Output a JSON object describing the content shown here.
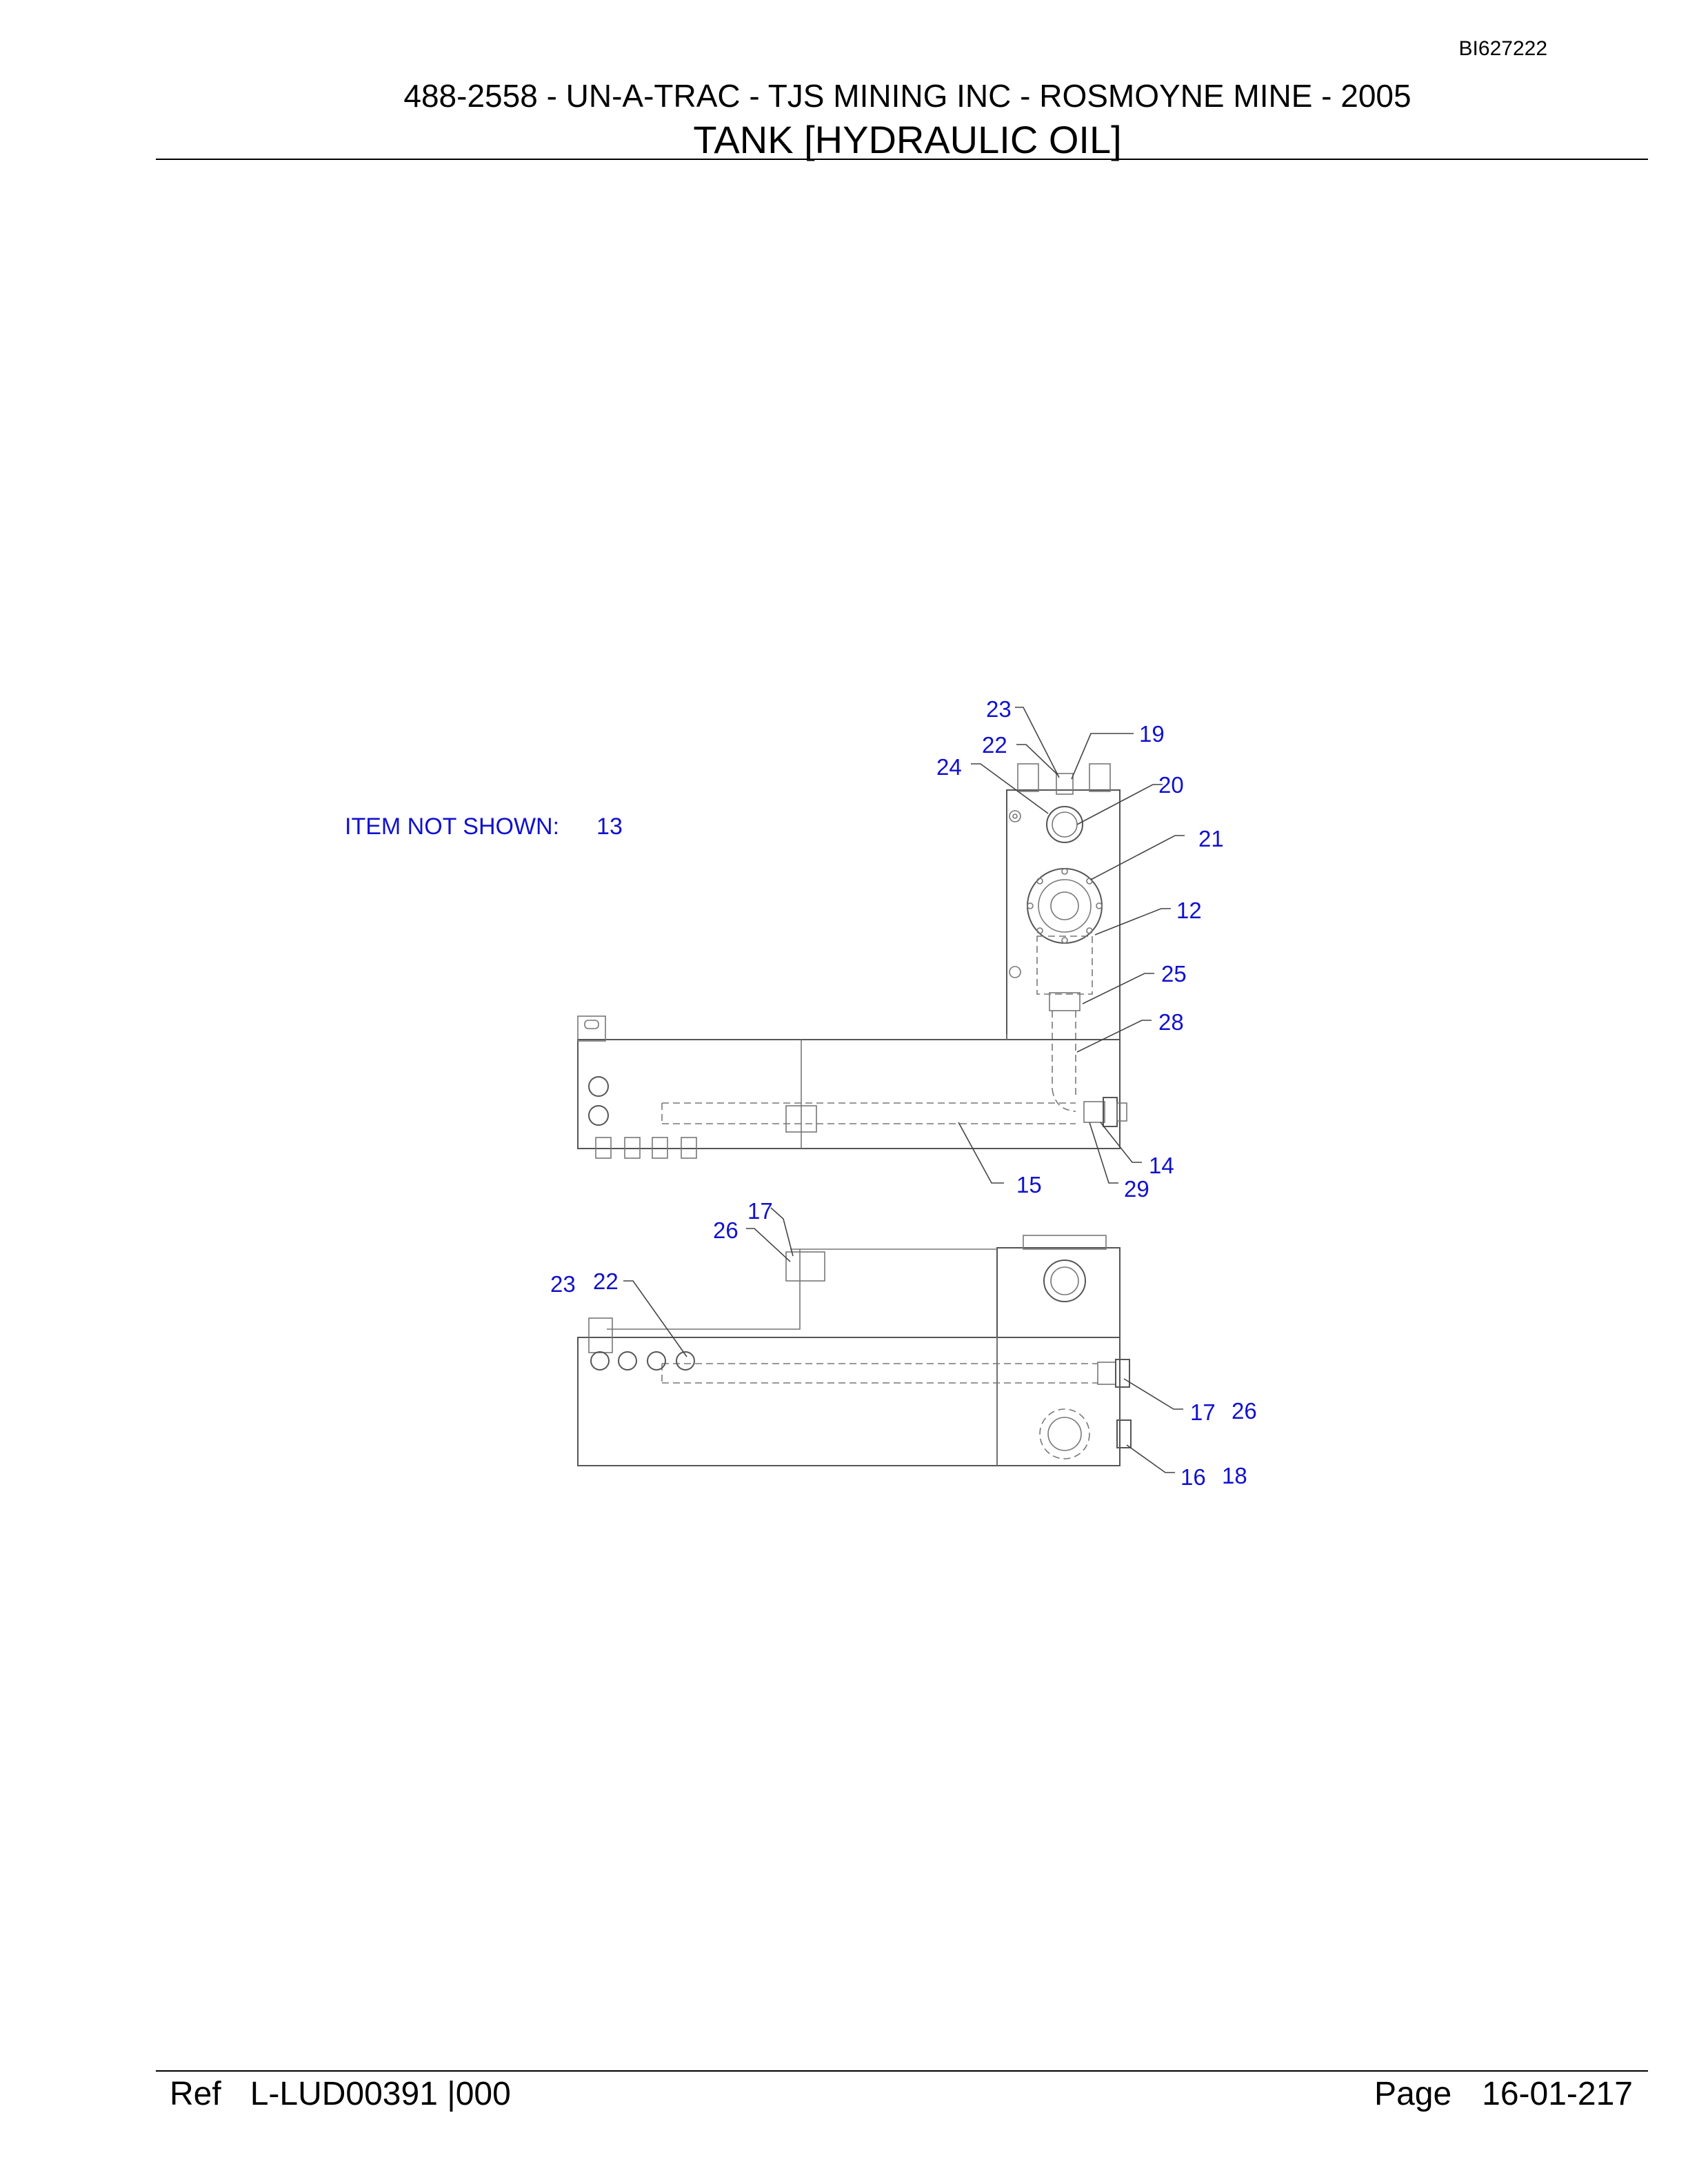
{
  "header": {
    "doc_id": "BI627222",
    "title_line1": "488-2558 - UN-A-TRAC - TJS MINING INC - ROSMOYNE MINE - 2005",
    "title_line2": "TANK [HYDRAULIC OIL]"
  },
  "note": {
    "label": "ITEM NOT SHOWN:",
    "item": "13"
  },
  "callouts": {
    "c23a": "23",
    "c19": "19",
    "c22a": "22",
    "c24": "24",
    "c20": "20",
    "c21": "21",
    "c12": "12",
    "c25": "25",
    "c28": "28",
    "c14": "14",
    "c15": "15",
    "c29": "29",
    "c17a": "17",
    "c26a": "26",
    "c23b": "23",
    "c22b": "22",
    "c17b": "17",
    "c26b": "26",
    "c16": "16",
    "c18": "18"
  },
  "footer": {
    "ref_label": "Ref",
    "ref_value": "L-LUD00391 |000",
    "page_label": "Page",
    "page_value": "16-01-217"
  }
}
